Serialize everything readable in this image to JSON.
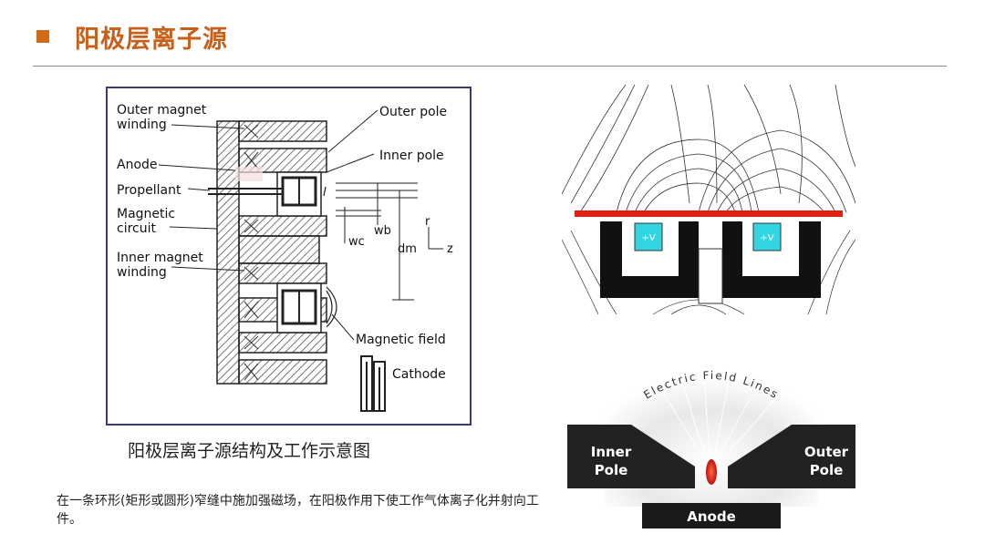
{
  "slide": {
    "title": "阳极层离子源",
    "caption": "阳极层离子源结构及工作示意图",
    "description": "在一条环形(矩形或圆形)窄缝中施加强磁场，在阳极作用下使工作气体离子化并射向工件。"
  },
  "diagram": {
    "labels": {
      "outer_magnet_winding_1": "Outer magnet",
      "outer_magnet_winding_2": "winding",
      "anode": "Anode",
      "propellant": "Propellant",
      "magnetic_circuit_1": "Magnetic",
      "magnetic_circuit_2": "circuit",
      "inner_magnet_winding_1": "Inner magnet",
      "inner_magnet_winding_2": "winding",
      "outer_pole": "Outer pole",
      "inner_pole": "Inner pole",
      "l": "l",
      "wb": "wb",
      "wc": "wc",
      "dm": "dm",
      "r": "r",
      "z": "z",
      "magnetic_field": "Magnetic field",
      "cathode": "Cathode"
    }
  },
  "field_plot": {
    "plus_v_left": "+V",
    "plus_v_right": "+V"
  },
  "pole_figure": {
    "electric_field_lines": "Electric Field Lines",
    "inner_pole_1": "Inner",
    "inner_pole_2": "Pole",
    "outer_pole_1": "Outer",
    "outer_pole_2": "Pole",
    "anode": "Anode"
  },
  "colors": {
    "title": "#c8601a",
    "accent_square": "#d06a1c",
    "anode_bar": "#e02010",
    "plus_v_box": "#33d6e0"
  }
}
